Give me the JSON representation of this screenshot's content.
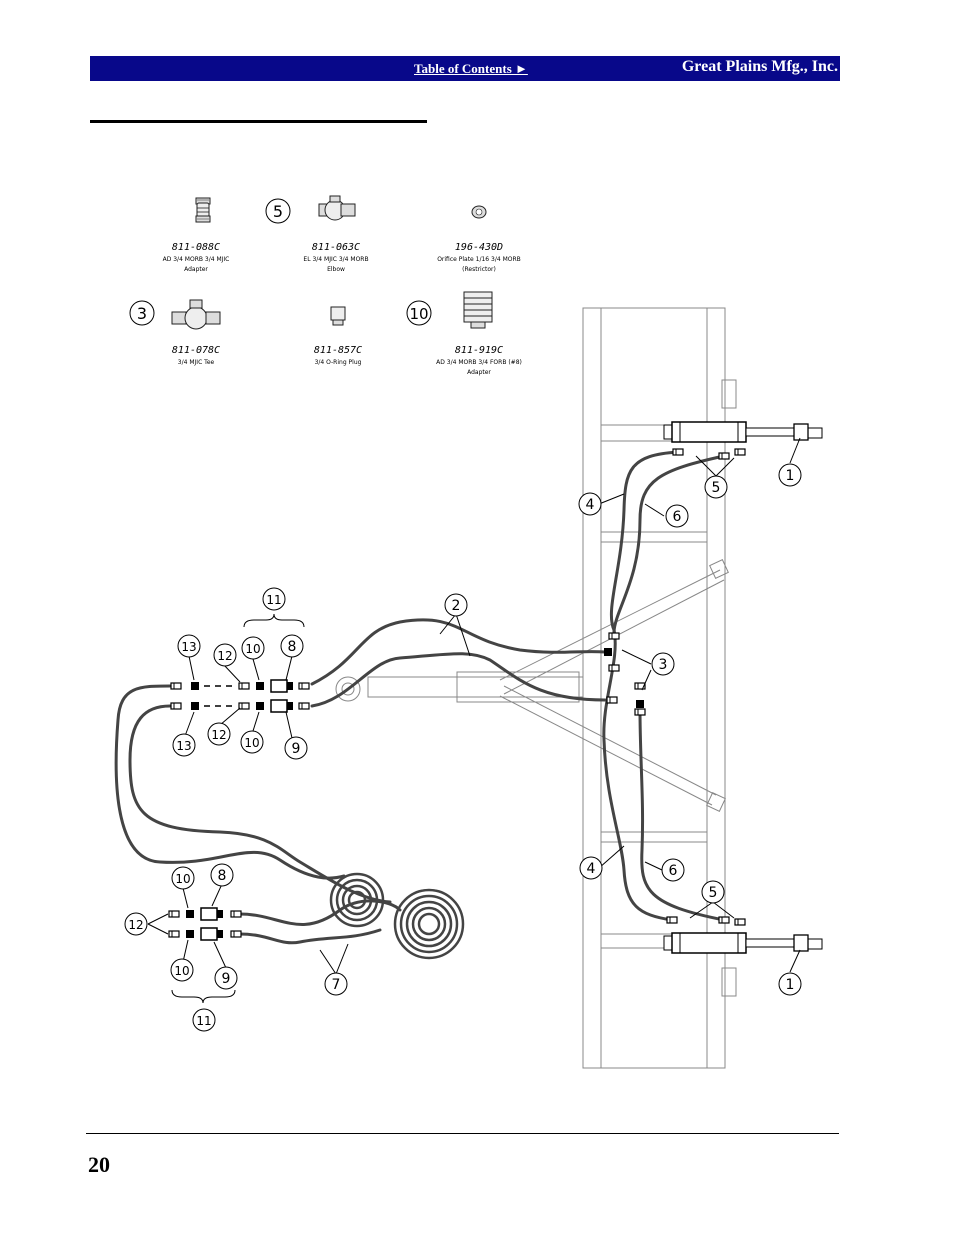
{
  "header": {
    "toc_link": "Table of Contents ►",
    "company": "Great Plains Mfg., Inc."
  },
  "parts": [
    {
      "number": "811-088C",
      "desc1": "AD 3/4 MORB 3/4 MJIC",
      "desc2": "Adapter",
      "callout": ""
    },
    {
      "number": "811-063C",
      "desc1": "EL 3/4 MJIC 3/4 MORB",
      "desc2": "Elbow",
      "callout": "5"
    },
    {
      "number": "196-430D",
      "desc1": "Orifice Plate 1/16 3/4 MORB",
      "desc2": "(Restrictor)",
      "callout": ""
    },
    {
      "number": "811-078C",
      "desc1": "3/4 MJIC Tee",
      "desc2": "",
      "callout": "3"
    },
    {
      "number": "811-857C",
      "desc1": "3/4 O-Ring Plug",
      "desc2": "",
      "callout": ""
    },
    {
      "number": "811-919C",
      "desc1": "AD 3/4 MORB 3/4 FORB (#8)",
      "desc2": "Adapter",
      "callout": "10"
    }
  ],
  "callouts": {
    "c1_top": "1",
    "c1_bottom": "1",
    "c2": "2",
    "c3": "3",
    "c4_top": "4",
    "c4_bottom": "4",
    "c5_top": "5",
    "c5_bottom": "5",
    "c6_top": "6",
    "c6_bottom": "6",
    "c7": "7",
    "c8_top": "8",
    "c8_bottom": "8",
    "c9_top": "9",
    "c9_bottom": "9",
    "c10_a": "10",
    "c10_b": "10",
    "c10_c": "10",
    "c10_d": "10",
    "c11_top": "11",
    "c11_bottom": "11",
    "c12_a": "12",
    "c12_b": "12",
    "c12_c": "12",
    "c13_a": "13",
    "c13_b": "13"
  },
  "footer": {
    "page_number": "20"
  }
}
